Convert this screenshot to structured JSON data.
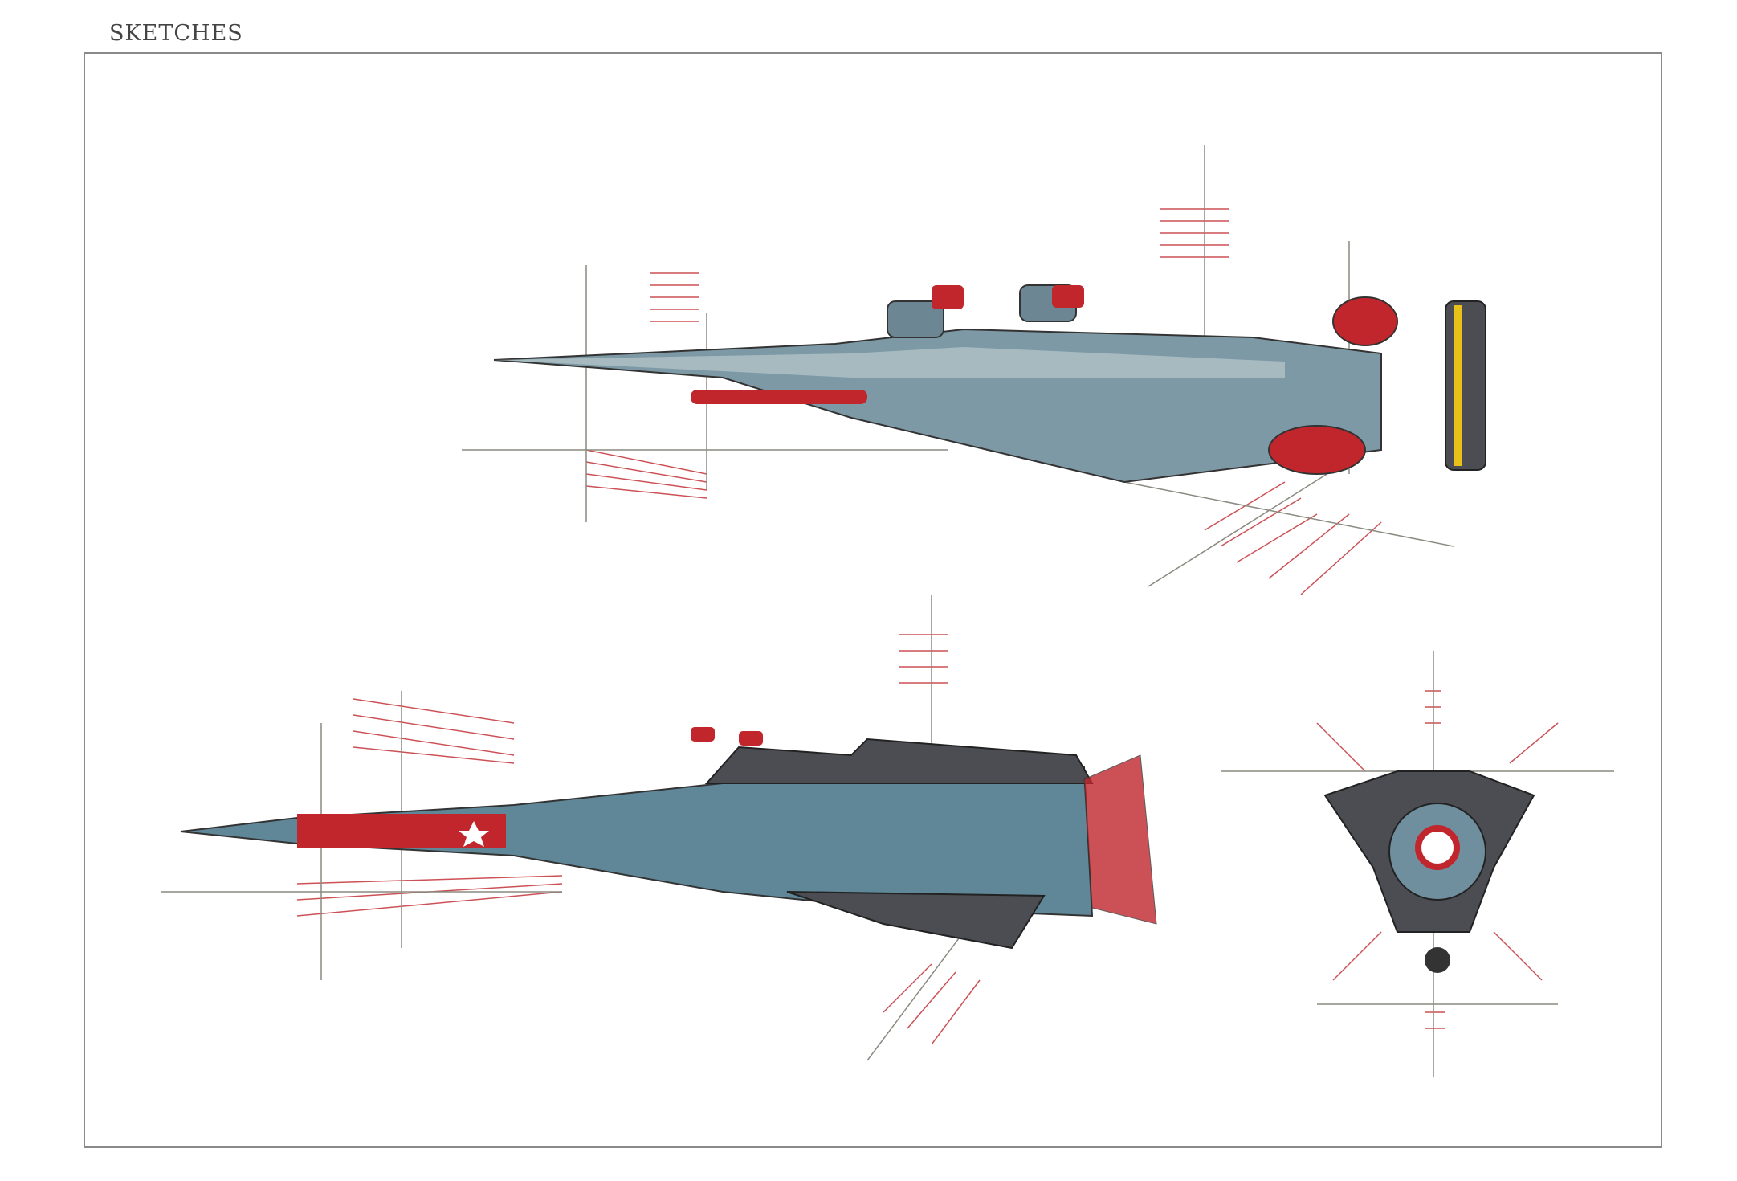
{
  "page": {
    "title": "SKETCHES"
  },
  "colors": {
    "hull_blue": "#6f8f9e",
    "hull_dark": "#4b4d52",
    "accent_red": "#c0262c",
    "sketch_line": "#8a8a80"
  },
  "views": [
    {
      "id": "side-view-top"
    },
    {
      "id": "side-view-bottom"
    },
    {
      "id": "front-view"
    }
  ]
}
